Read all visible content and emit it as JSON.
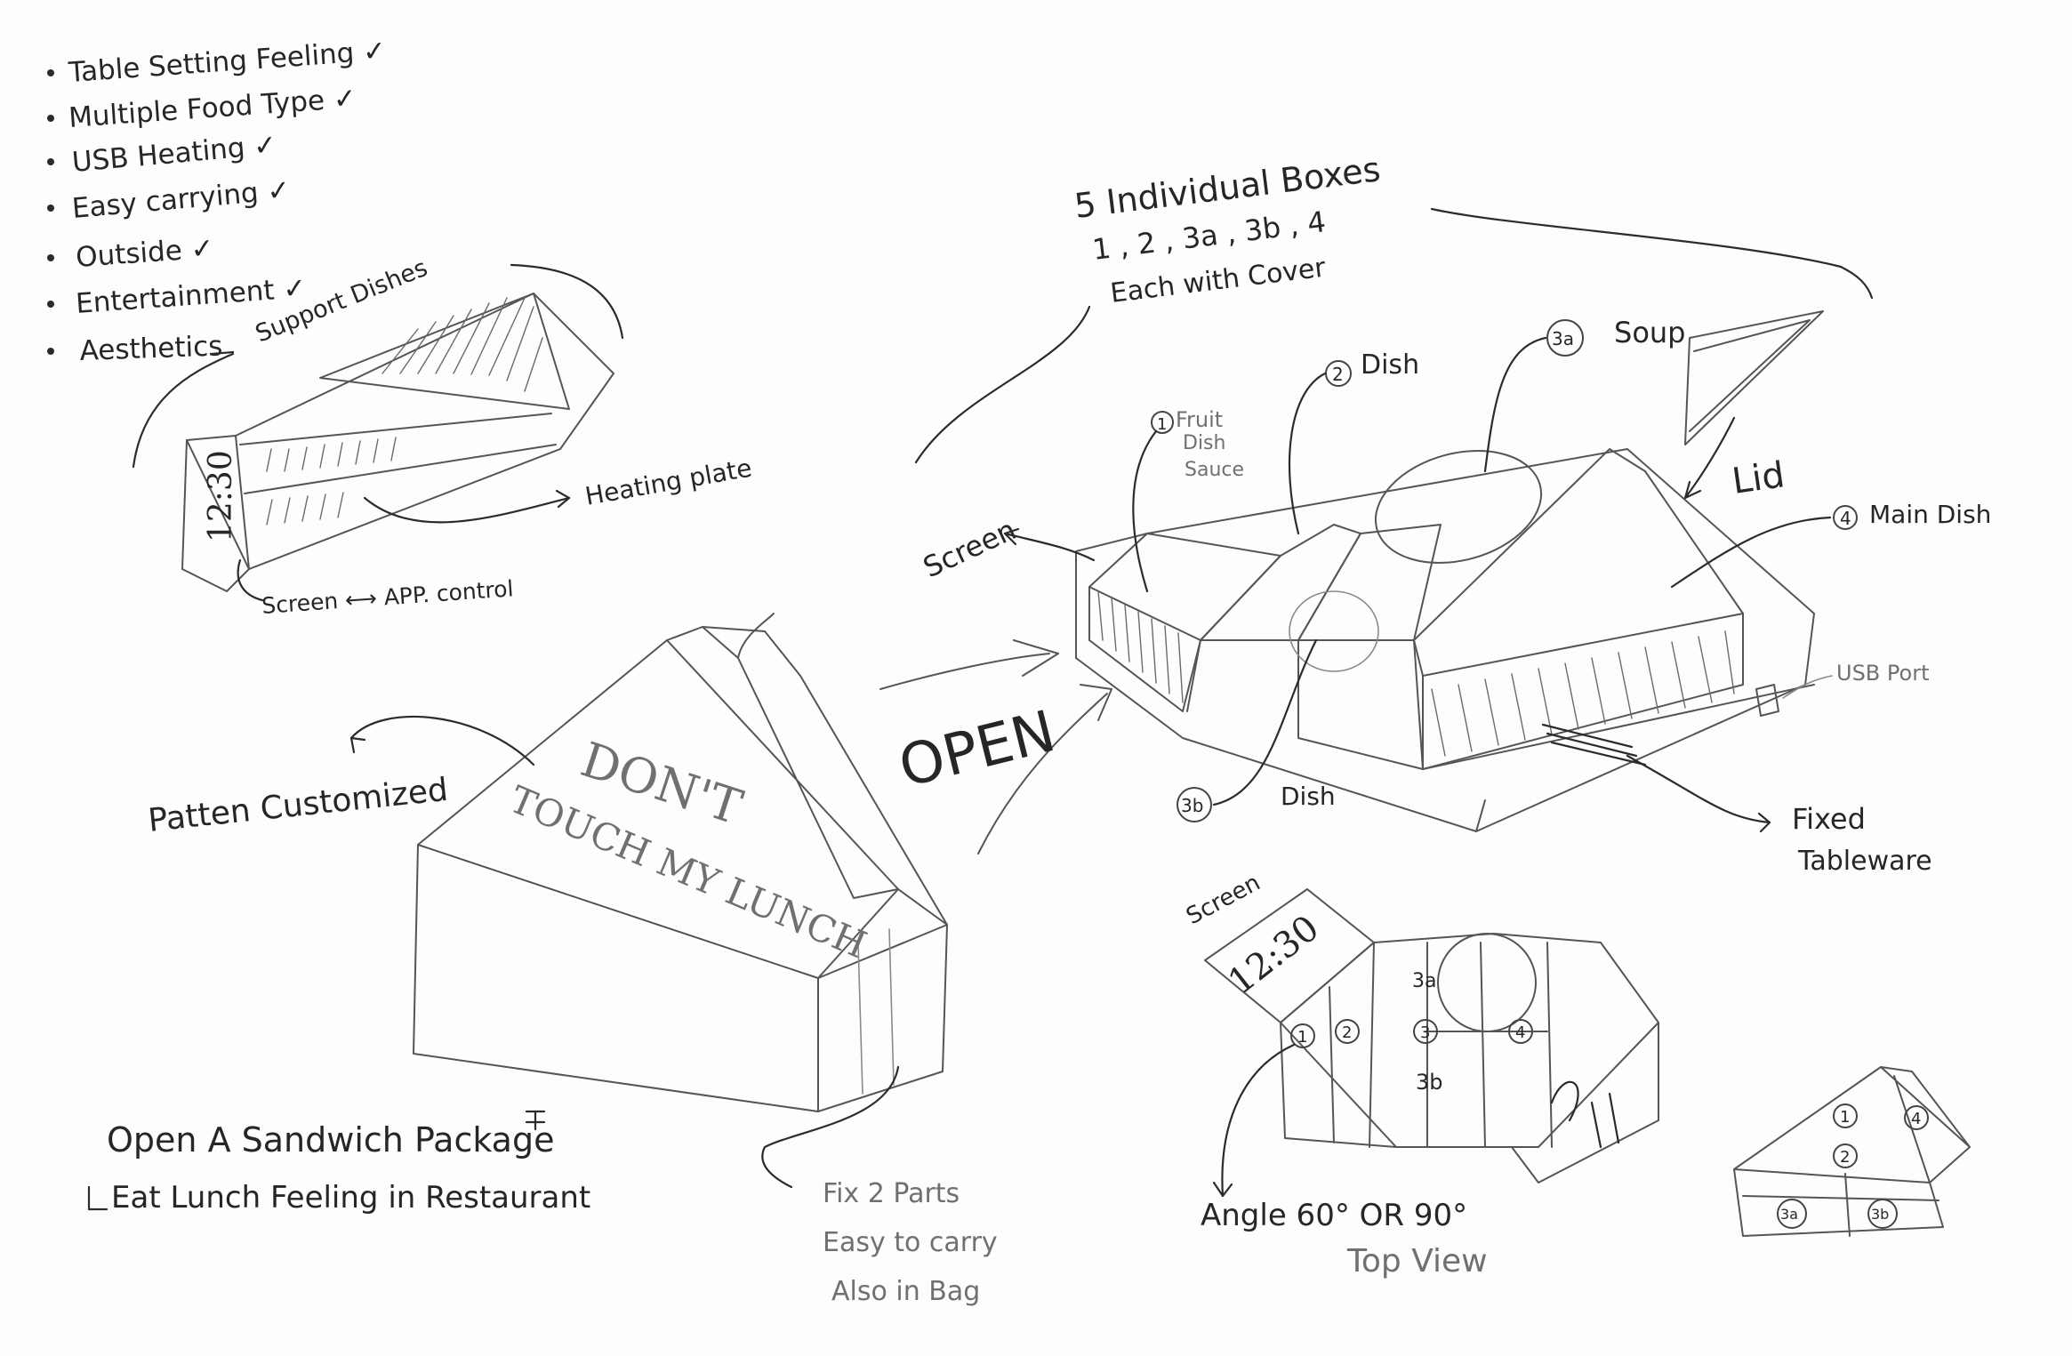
{
  "checklist": [
    "Table Setting Feeling ✓",
    "Multiple Food Type ✓",
    "USB Heating ✓",
    "Easy carrying ✓",
    "Outside ✓",
    "Entertainment ✓",
    "Aesthetics"
  ],
  "sketch1": {
    "support_label": "Support Dishes",
    "screen_time": "12:30",
    "heating_label": "Heating plate",
    "screen_control_label": "Screen ⟷ APP. control"
  },
  "sketch2": {
    "top_text": "DON'T",
    "bottom_text": "TOUCH MY LUNCH",
    "pattern_label": "Patten Customized",
    "fix_label_1": "Fix 2 Parts",
    "fix_label_2": "Easy to carry",
    "fix_label_3": "Also in Bag"
  },
  "open_label": "OPEN",
  "concept": {
    "line1": "Open A Sandwich Package",
    "line2": "Eat Lunch Feeling in Restaurant"
  },
  "boxes": {
    "title": "5 Individual Boxes",
    "ids": "1 , 2 , 3a , 3b , 4",
    "cover": "Each with Cover",
    "screen_label": "Screen",
    "fruit_marker": "1",
    "fruit_1": "Fruit",
    "fruit_2": "Dish",
    "fruit_3": "Sauce",
    "dish2_marker": "2",
    "dish2_label": "Dish",
    "soup_marker": "3a",
    "soup_label": "Soup",
    "lid_label": "Lid",
    "main_marker": "4",
    "main_label": "Main Dish",
    "usb_label": "USB Port",
    "dish3b_marker": "3b",
    "dish3b_label": "Dish",
    "fixed_1": "Fixed",
    "fixed_2": "Tableware"
  },
  "topview": {
    "screen_label": "Screen",
    "time": "12:30",
    "c1": "1",
    "c2": "2",
    "c3": "3",
    "c4": "4",
    "c3a": "3a",
    "c3b": "3b",
    "angle_label": "Angle  60° OR 90°",
    "caption": "Top View"
  },
  "mini": {
    "n1": "1",
    "n2": "2",
    "n3a": "3a",
    "n3b": "3b",
    "n4": "4"
  }
}
